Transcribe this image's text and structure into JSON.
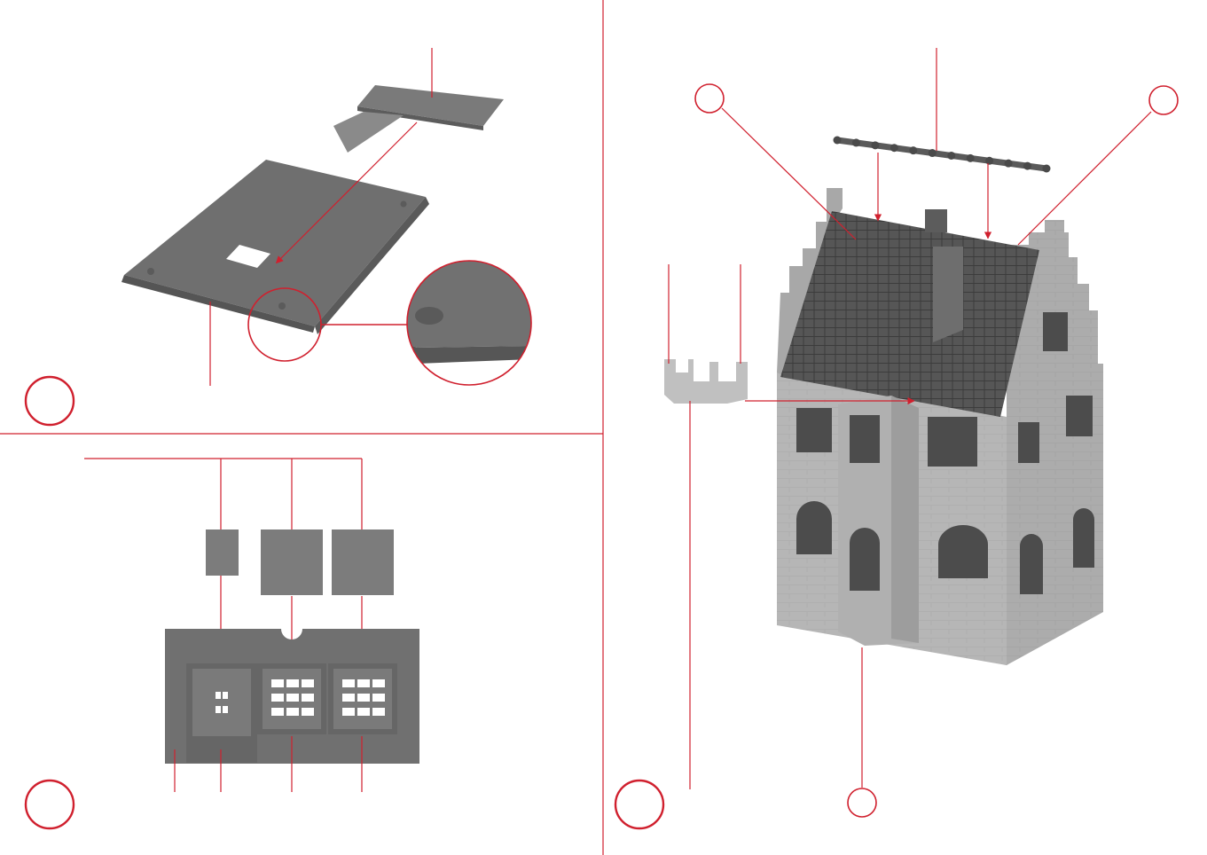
{
  "colors": {
    "accent": "#d0202e",
    "part_dark": "#6e6e6e",
    "part_mid": "#7d7d7d",
    "part_light": "#a9a9a9",
    "wall": "#b4b4b4",
    "roof": "#555555",
    "background": "#ffffff"
  },
  "panels": [
    {
      "id": "top-left",
      "step_number": ""
    },
    {
      "id": "bottom-left",
      "step_number": ""
    },
    {
      "id": "right",
      "step_number": ""
    }
  ],
  "callouts": [
    {
      "id": "house-roof-left",
      "label": ""
    },
    {
      "id": "house-roof-right",
      "label": ""
    },
    {
      "id": "house-base",
      "label": ""
    }
  ]
}
